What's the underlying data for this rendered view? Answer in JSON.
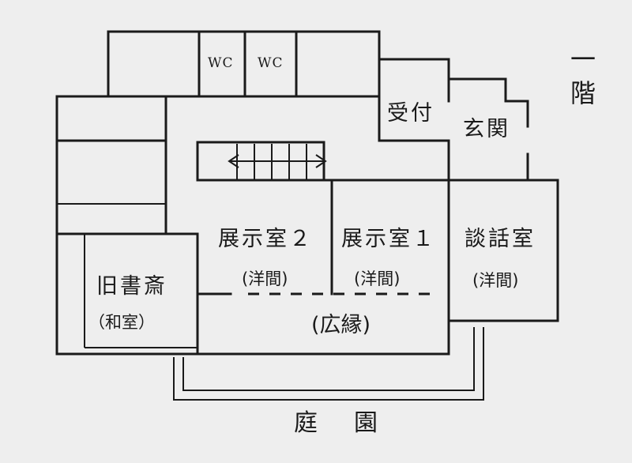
{
  "floor_label": "一階",
  "rooms": {
    "wc1": "WC",
    "wc2": "WC",
    "reception": "受付",
    "entrance": "玄関",
    "exhibit2": "展示室２",
    "exhibit2_type": "(洋間)",
    "exhibit1": "展示室１",
    "exhibit1_type": "(洋間)",
    "parlor": "談話室",
    "parlor_type": "(洋間)",
    "study": "旧書斎",
    "study_type": "（和室）",
    "veranda": "(広縁)",
    "garden": "庭　園"
  }
}
